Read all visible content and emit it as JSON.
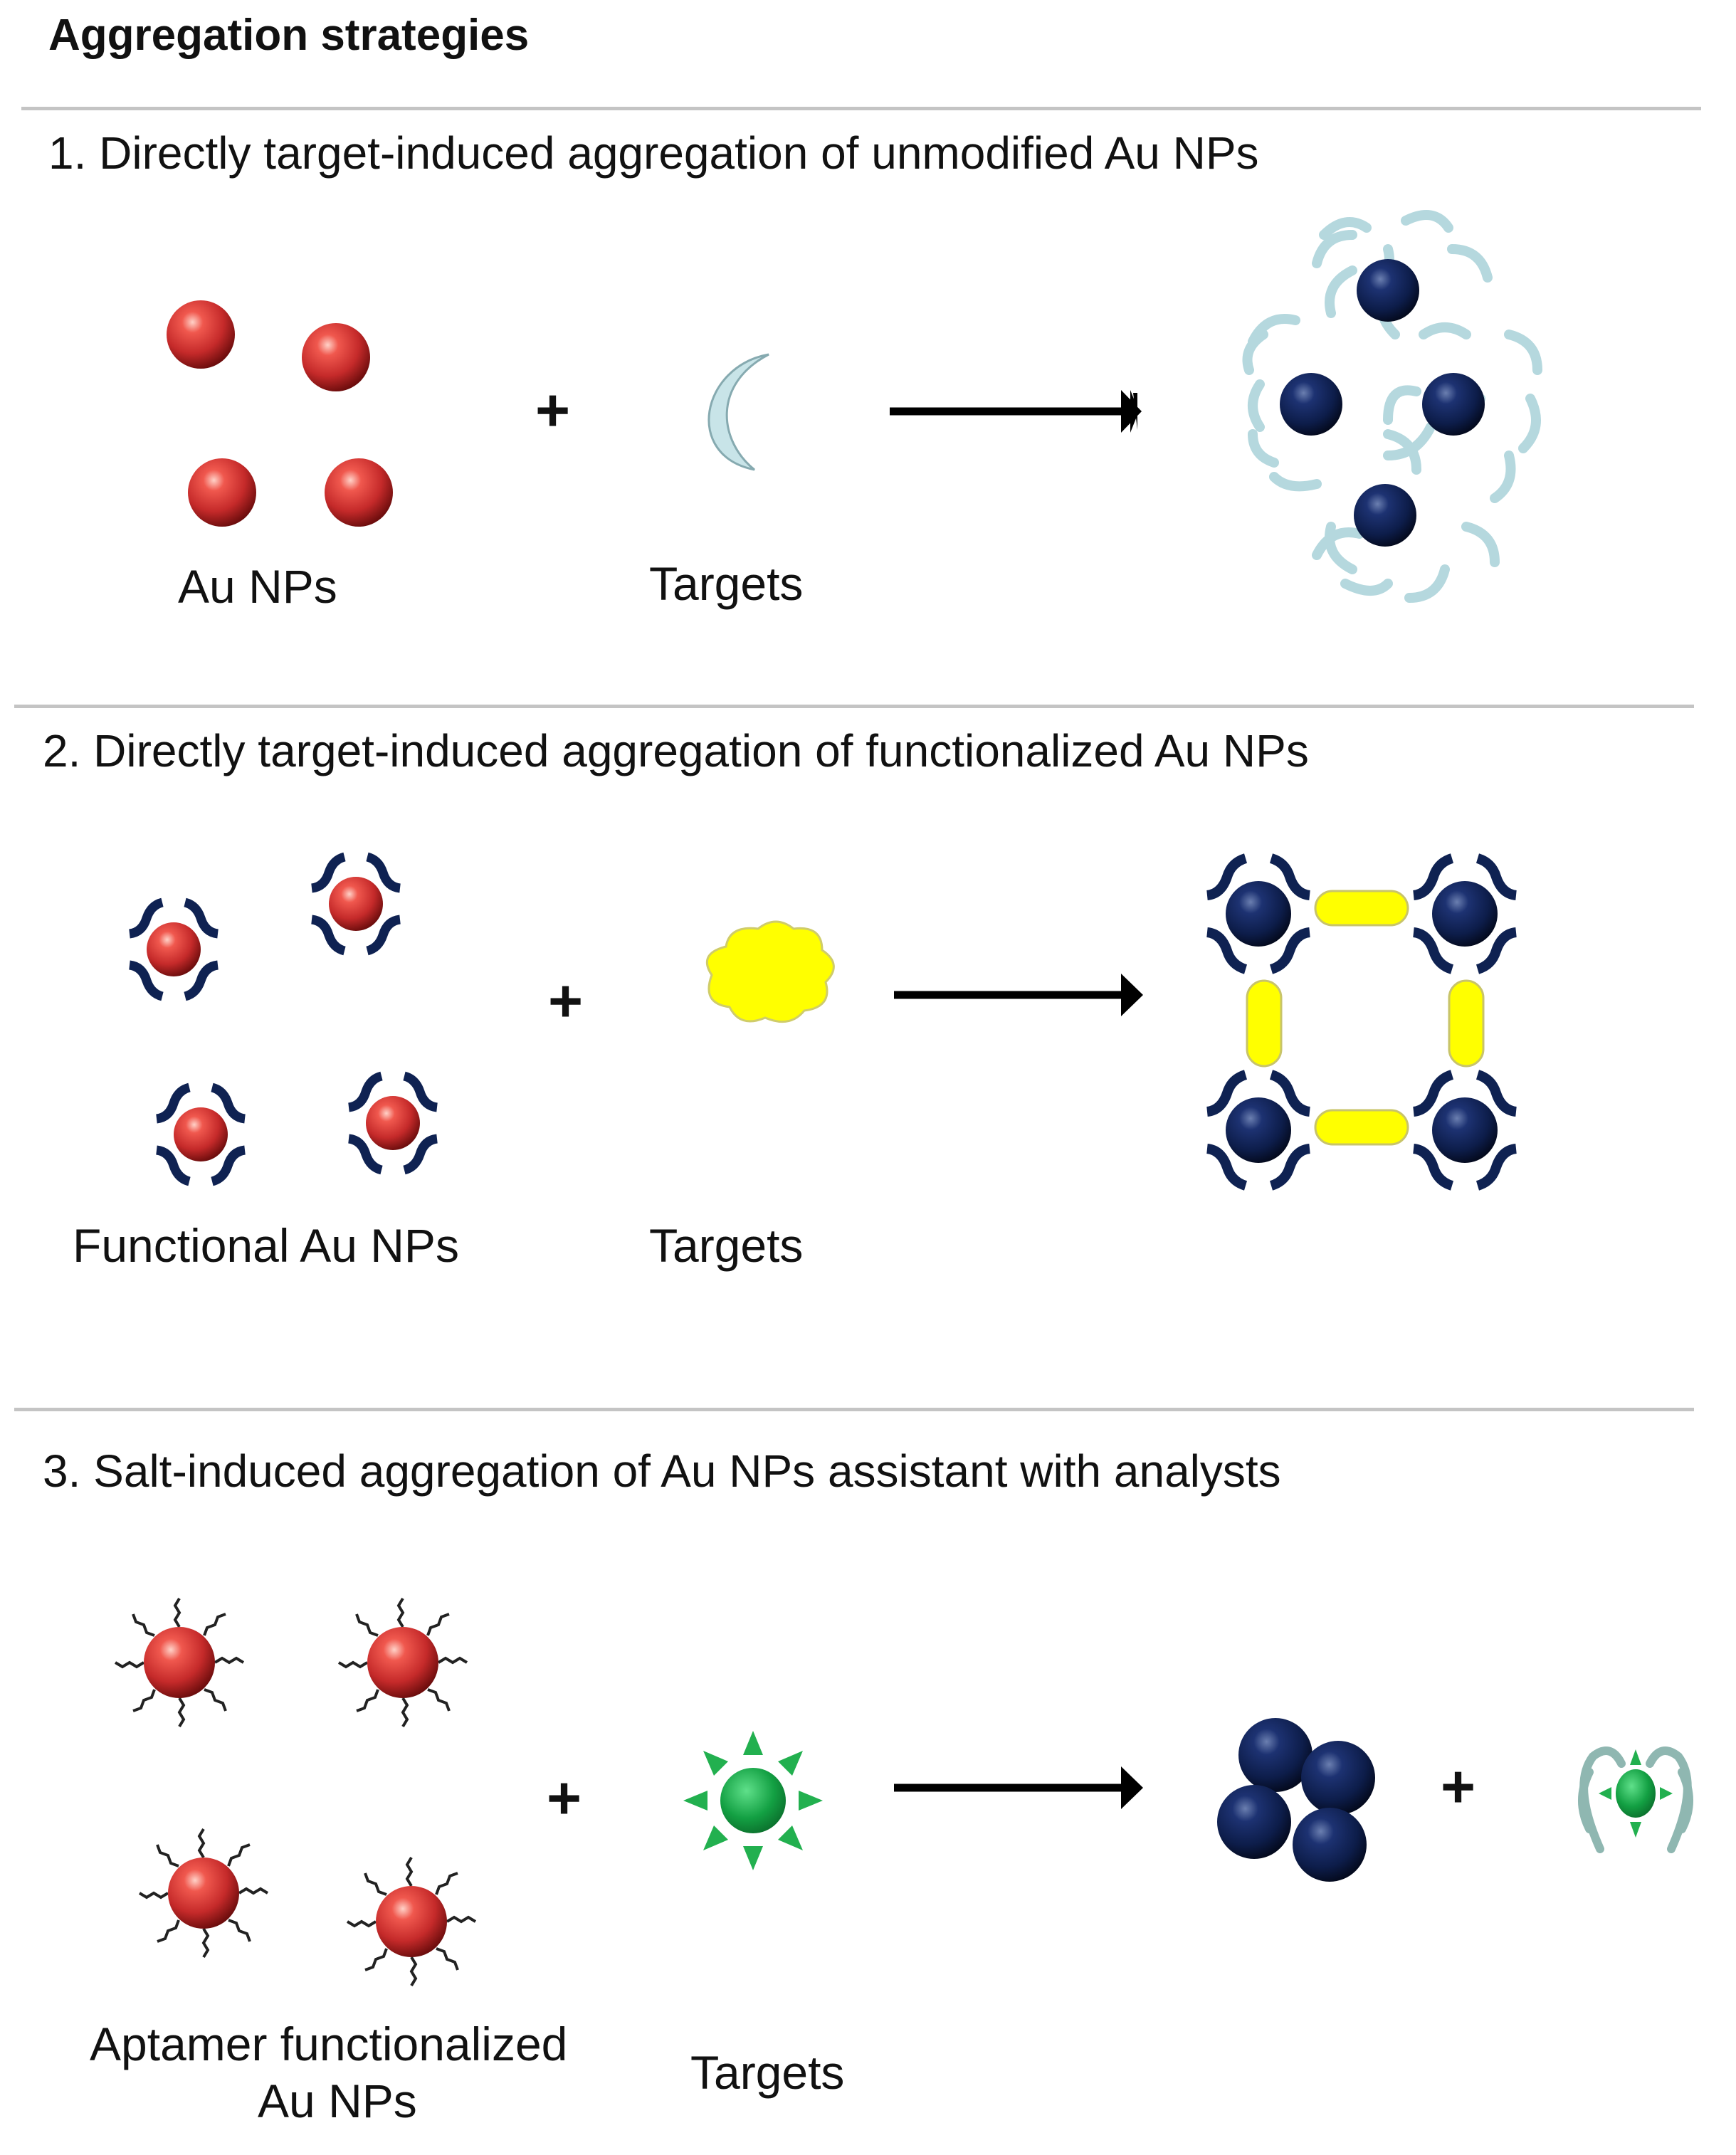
{
  "title": "Aggregation strategies",
  "sections": [
    {
      "heading": "1. Directly target-induced aggregation of unmodified Au NPs",
      "reactant_label": "Au NPs",
      "target_label": "Targets",
      "operator": "+"
    },
    {
      "heading": "2. Directly target-induced aggregation of functionalized Au NPs",
      "reactant_label": "Functional Au NPs",
      "target_label": "Targets",
      "operator": "+"
    },
    {
      "heading": "3. Salt-induced aggregation of Au NPs assistant with analysts",
      "reactant_label_line1": "Aptamer functionalized",
      "reactant_label_line2": "Au NPs",
      "target_label": "Targets",
      "operator": "+",
      "product_operator": "+"
    }
  ],
  "colors": {
    "au_np_red": "#d23a36",
    "aggregated_np_navy": "#0f2252",
    "target_crescent": "#c8e4e8",
    "target_yellow": "#ffff00",
    "target_green": "#1aa84a",
    "arrow": "#000000",
    "divider": "#c4c4c4"
  }
}
